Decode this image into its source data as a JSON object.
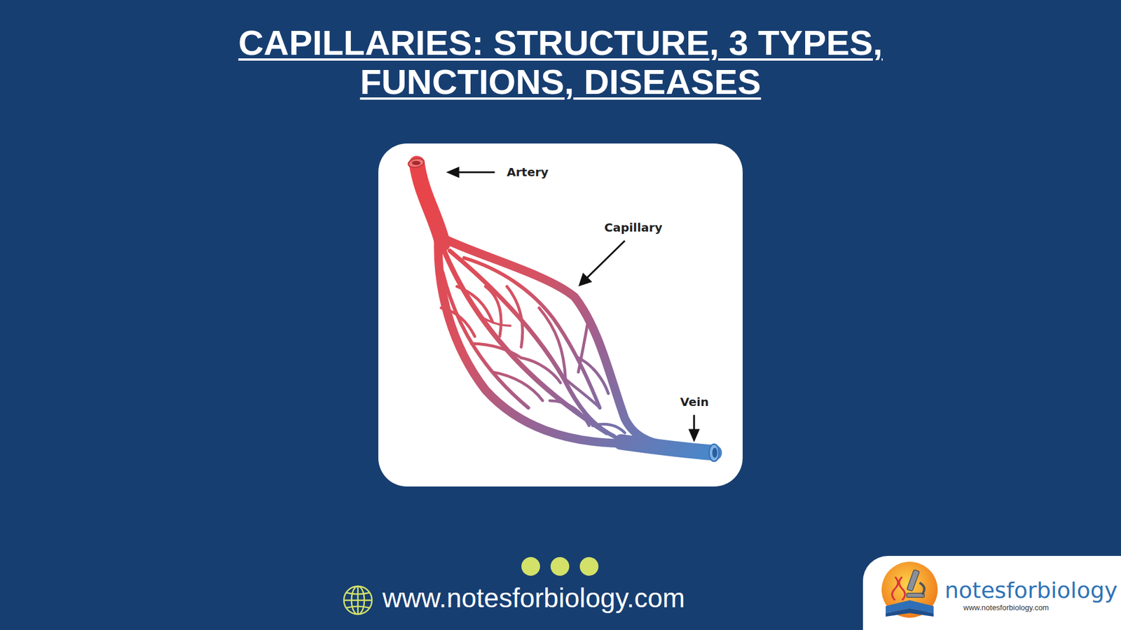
{
  "diagram": {
    "title": "CAPILLARIES: STRUCTURE, 3 TYPES, FUNCTIONS, DISEASES",
    "nodes": [
      {
        "text": [
          "Artery",
          "Capillary",
          "Vein"
        ]
      },
      {
        "text": [
          "notesforbiology",
          "www.notesforbiology.com"
        ]
      }
    ],
    "labels": [
      "www.notesforbiology.com"
    ]
  }
}
